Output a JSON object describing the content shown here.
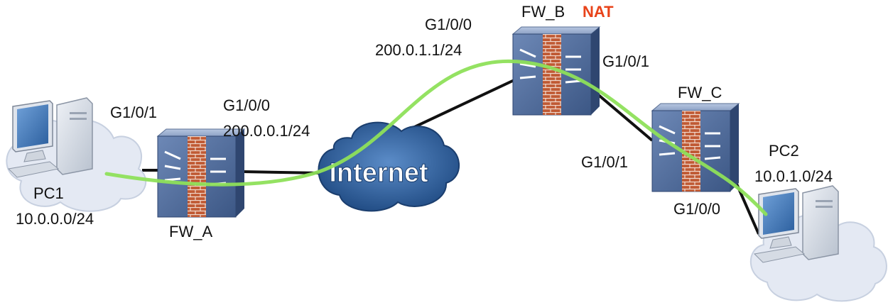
{
  "nodes": {
    "pc1": {
      "name": "PC1",
      "subnet": "10.0.0.0/24"
    },
    "pc2": {
      "name": "PC2",
      "subnet": "10.0.1.0/24"
    },
    "fw_a": {
      "name": "FW_A",
      "port_in": "G1/0/1",
      "port_out": "G1/0/0",
      "ip_out": "200.0.0.1/24"
    },
    "fw_b": {
      "name": "FW_B",
      "badge": "NAT",
      "port_in": "G1/0/0",
      "ip_in": "200.0.1.1/24",
      "port_out": "G1/0/1"
    },
    "fw_c": {
      "name": "FW_C",
      "port_in": "G1/0/1",
      "port_out": "G1/0/0"
    },
    "internet": {
      "label": "Internet"
    }
  },
  "colors": {
    "path": "#8ee05a",
    "link": "#111111",
    "nat": "#e8431a",
    "cloud": "#2e5d96",
    "firewall_body": "#4f6c9a",
    "brick": "#b84a2a"
  },
  "icons": [
    "pc-icon",
    "firewall-icon",
    "internet-cloud-icon"
  ]
}
